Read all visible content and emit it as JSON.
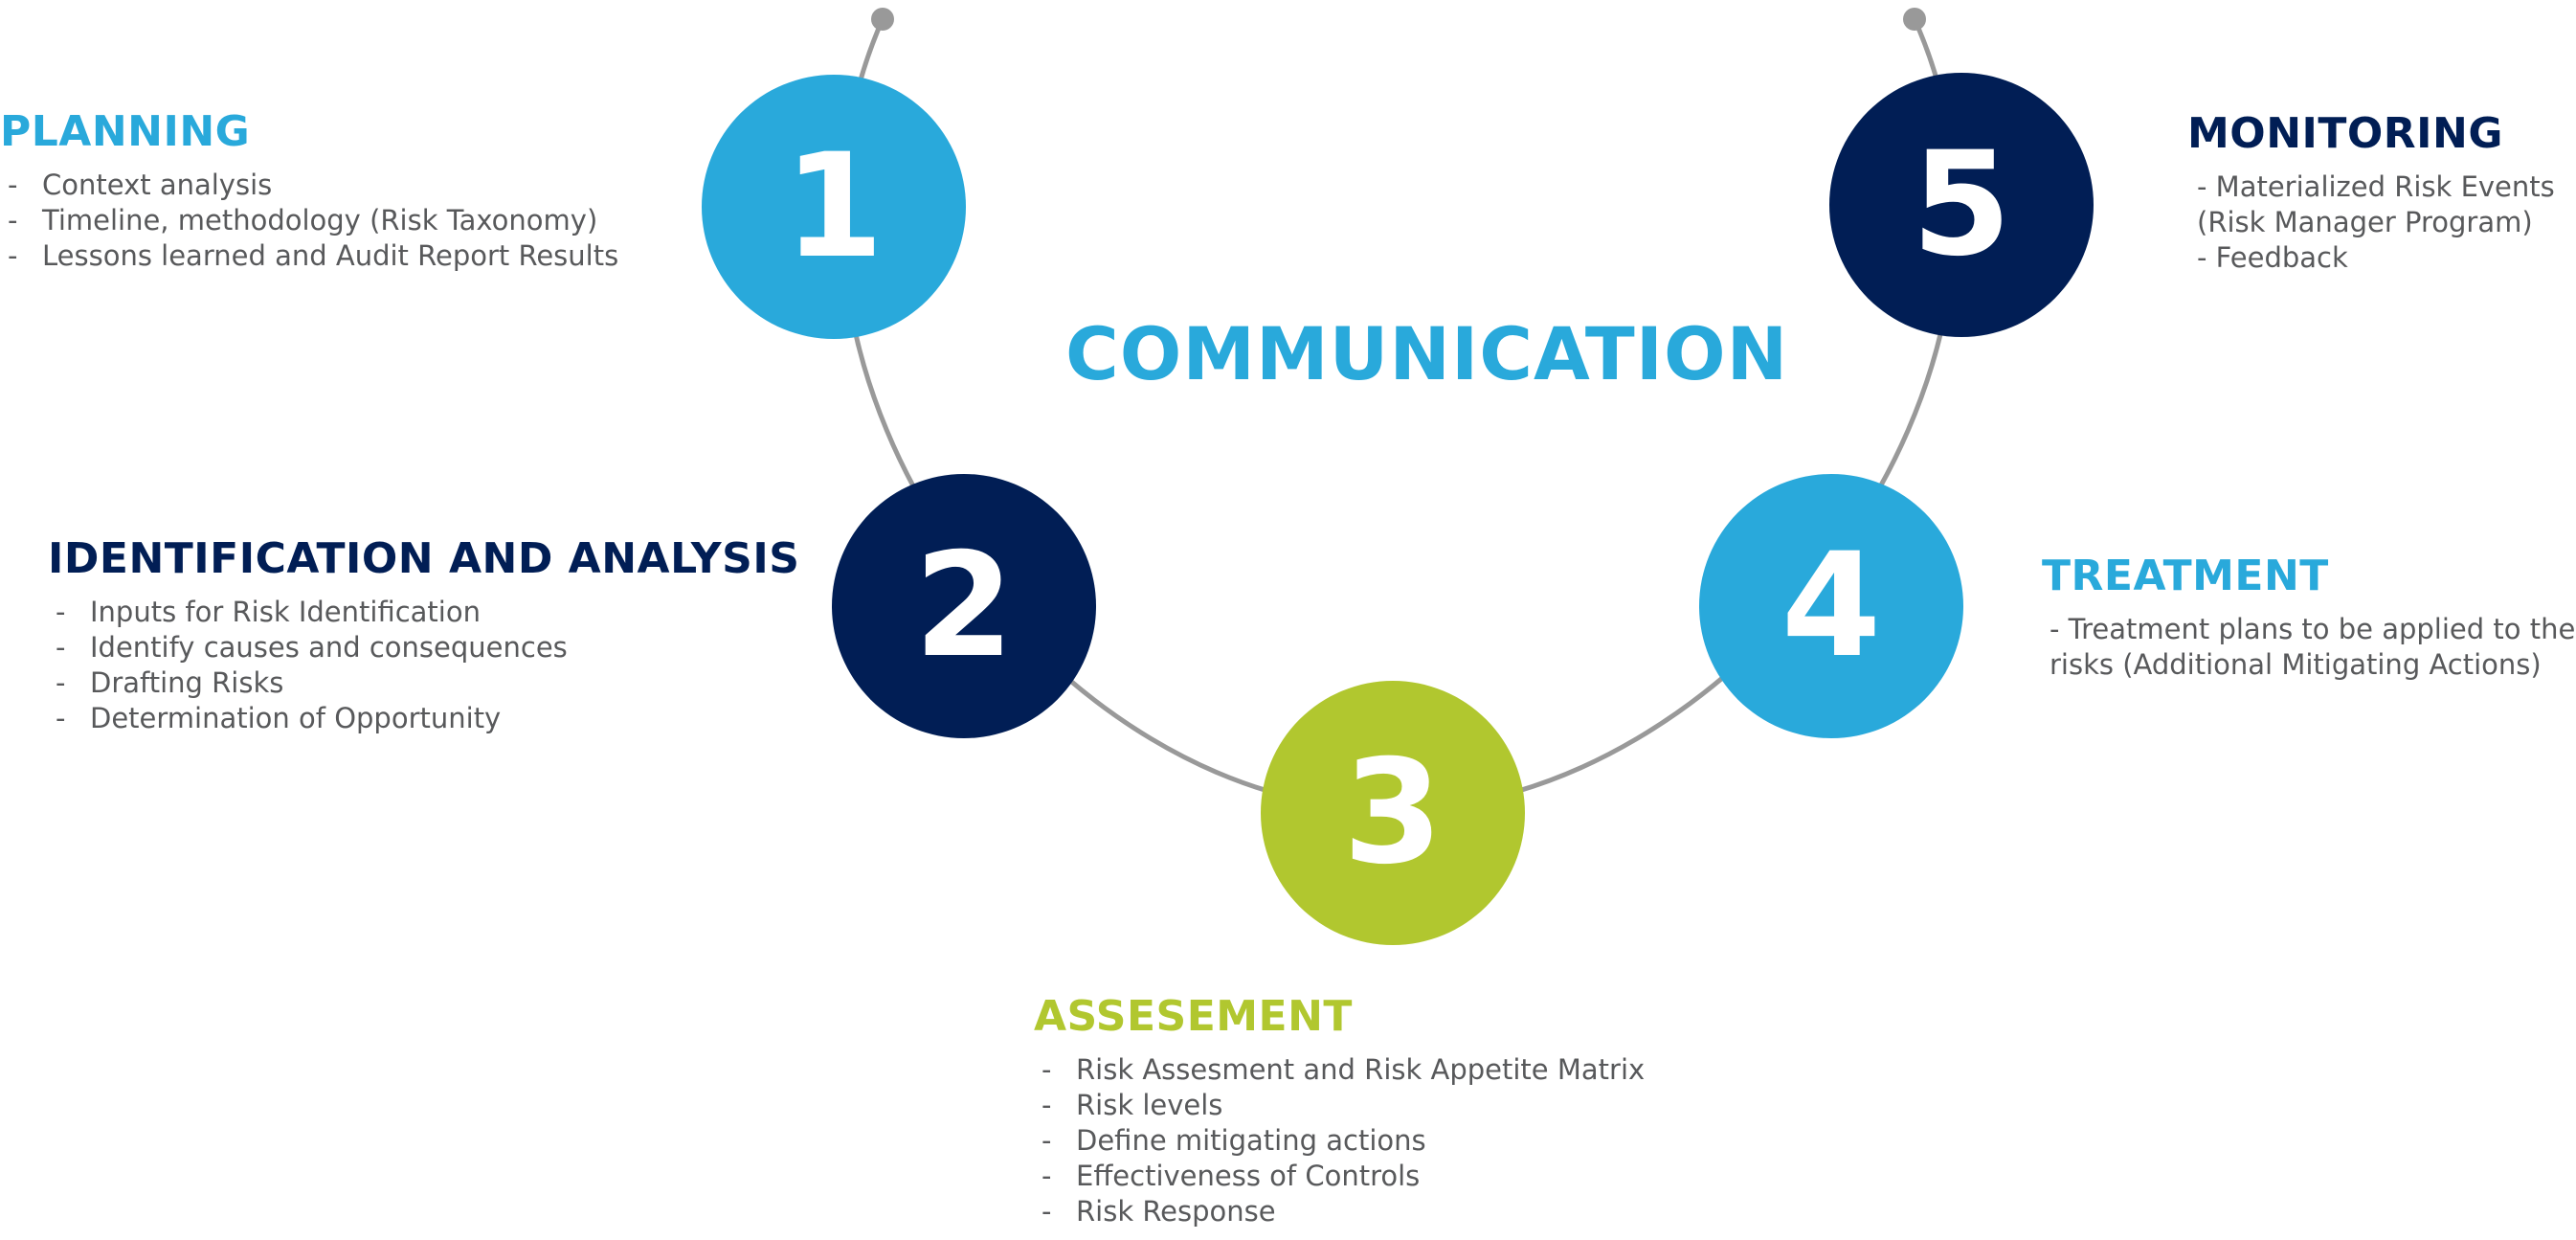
{
  "center_title": "COMMUNICATION",
  "colors": {
    "light_blue": "#29a9db",
    "navy": "#011e55",
    "green": "#b1c72f",
    "connector_gray": "#999999",
    "body_text": "#58595b"
  },
  "steps": [
    {
      "number": "1",
      "title": "PLANNING",
      "items": [
        "Context analysis",
        "Timeline, methodology (Risk Taxonomy)",
        "Lessons learned and Audit Report Results"
      ]
    },
    {
      "number": "2",
      "title": "IDENTIFICATION AND ANALYSIS",
      "items": [
        "Inputs for Risk Identification",
        "Identify causes and consequences",
        "Drafting Risks",
        "Determination of Opportunity"
      ]
    },
    {
      "number": "3",
      "title": "ASSESEMENT",
      "items": [
        "Risk Assesment and Risk Appetite Matrix",
        "Risk levels",
        "Define mitigating actions",
        "Effectiveness of Controls",
        "Risk Response"
      ]
    },
    {
      "number": "4",
      "title": "TREATMENT",
      "lines": [
        "-   Treatment plans to be applied to the",
        "risks (Additional Mitigating Actions)"
      ]
    },
    {
      "number": "5",
      "title": "MONITORING",
      "lines": [
        "-   Materialized Risk Events",
        "(Risk Manager Program)",
        "-   Feedback"
      ]
    }
  ]
}
